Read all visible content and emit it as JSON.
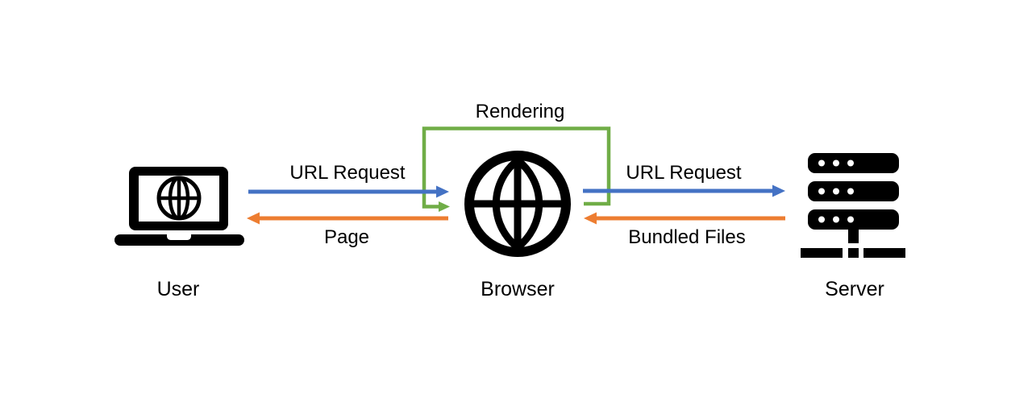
{
  "diagram": {
    "background": "#ffffff",
    "nodes": {
      "user": {
        "label": "User",
        "icon": "laptop-icon"
      },
      "browser": {
        "label": "Browser",
        "icon": "globe-icon"
      },
      "server": {
        "label": "Server",
        "icon": "server-rack-icon"
      }
    },
    "edges": {
      "user_to_browser": {
        "label": "URL Request",
        "color": "#4472C4",
        "direction": "right"
      },
      "browser_to_user": {
        "label": "Page",
        "color": "#ED7D31",
        "direction": "left"
      },
      "browser_to_server": {
        "label": "URL Request",
        "color": "#4472C4",
        "direction": "right"
      },
      "server_to_browser": {
        "label": "Bundled Files",
        "color": "#ED7D31",
        "direction": "left"
      },
      "browser_rendering_loop": {
        "label": "Rendering",
        "color": "#70AD47",
        "direction": "self-loop"
      }
    },
    "colors": {
      "request": "#4472C4",
      "response": "#ED7D31",
      "rendering": "#70AD47",
      "icon": "#000000",
      "text": "#000000"
    }
  }
}
